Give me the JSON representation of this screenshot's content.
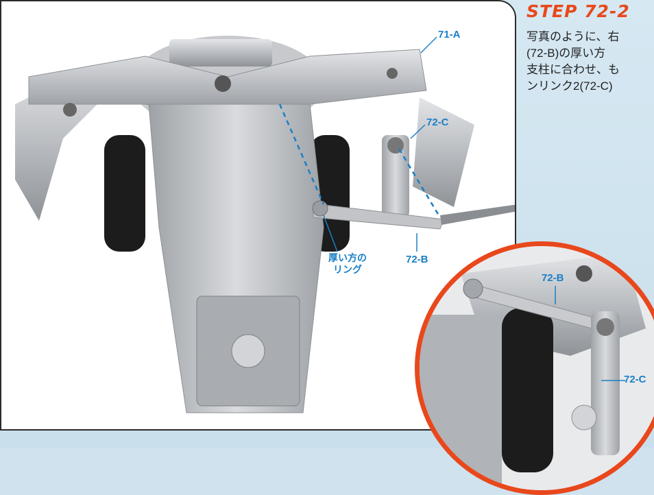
{
  "step": {
    "title": "STEP 72-2",
    "lines": [
      "写真のように、右",
      "(72-B)の厚い方",
      "支柱に合わせ、も",
      "ンリンク2(72-C)"
    ]
  },
  "labels": {
    "part_71a": "71-A",
    "part_72c": "72-C",
    "part_72b": "72-B",
    "thick_ring_line1": "厚い方の",
    "thick_ring_line2": "リング",
    "inset_72b": "72-B",
    "inset_72c": "72-C"
  },
  "colors": {
    "accent_orange": "#e8481c",
    "label_blue": "#1a7fc6",
    "metal": "#b9bcc0",
    "tire": "#1c1c1c"
  }
}
